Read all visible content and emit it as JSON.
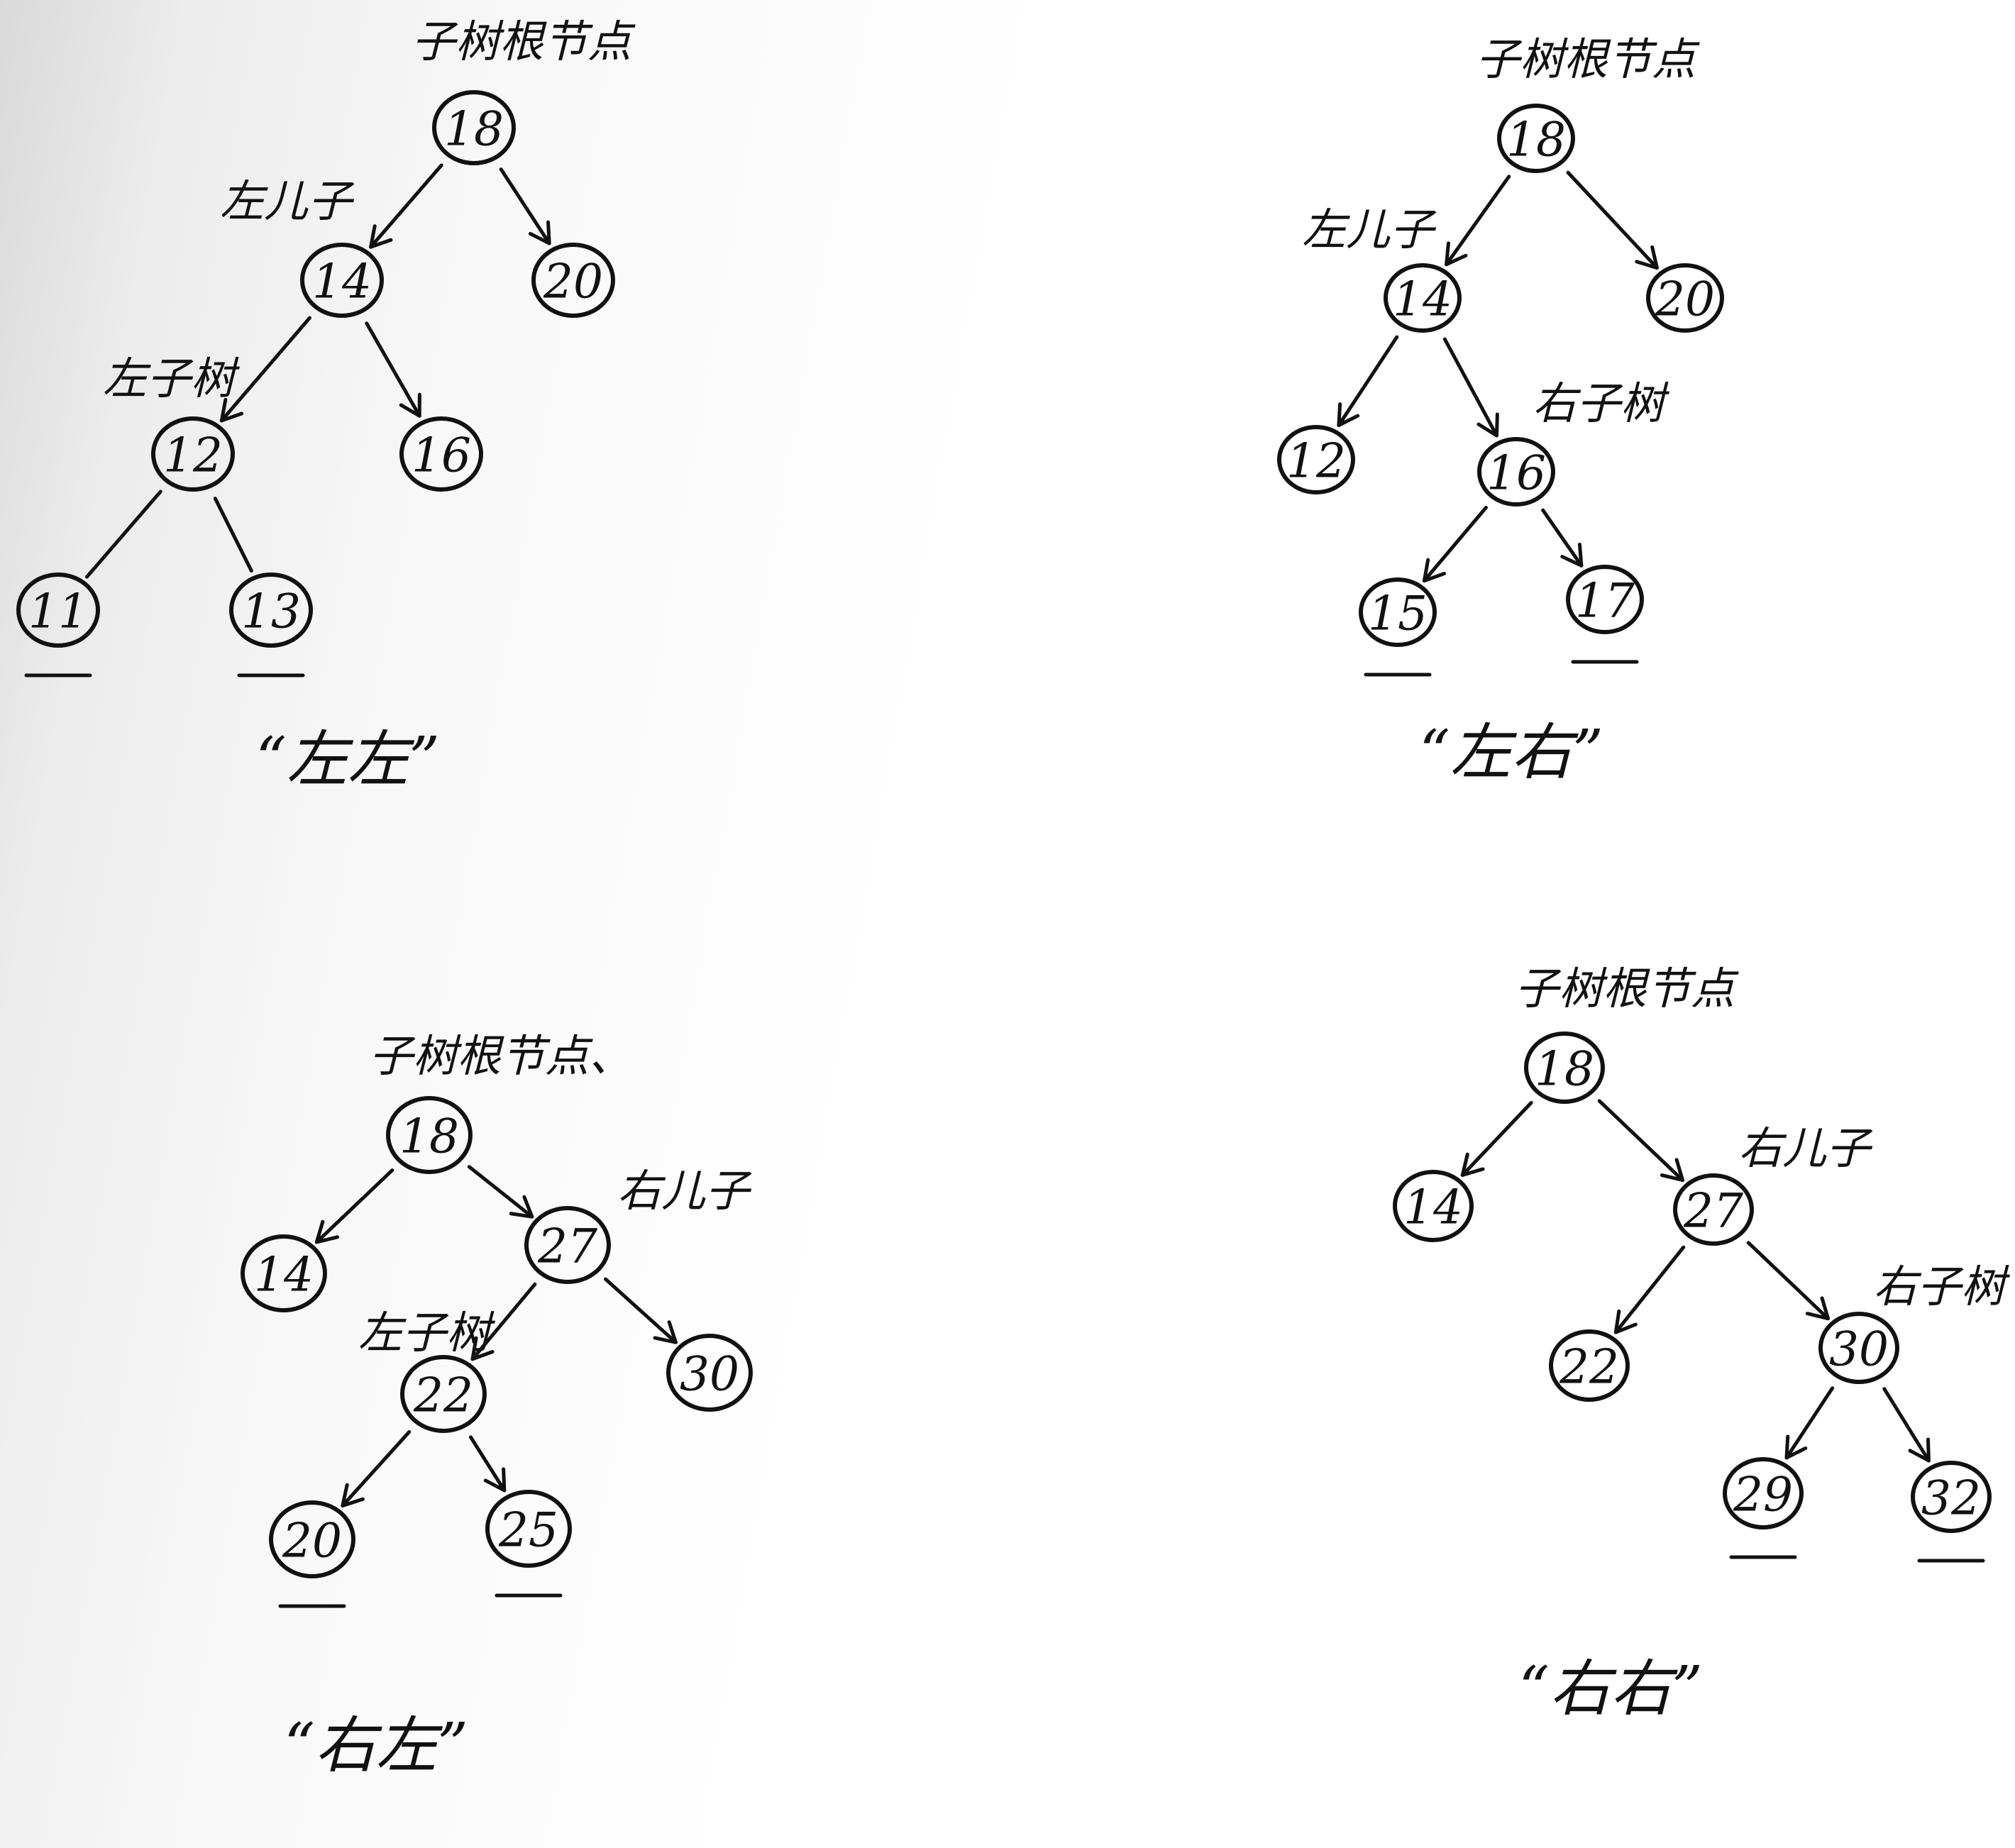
{
  "diagrams": [
    {
      "id": "ll",
      "caption": "“左左”",
      "root_label": "子树根节点",
      "nodes": [
        {
          "id": "n18",
          "value": "18"
        },
        {
          "id": "n14",
          "value": "14"
        },
        {
          "id": "n20",
          "value": "20"
        },
        {
          "id": "n12",
          "value": "12"
        },
        {
          "id": "n16",
          "value": "16"
        },
        {
          "id": "n11",
          "value": "11",
          "underlined": true
        },
        {
          "id": "n13",
          "value": "13",
          "underlined": true
        }
      ],
      "edges": [
        {
          "from": "n18",
          "to": "n14",
          "arrow": true
        },
        {
          "from": "n18",
          "to": "n20",
          "arrow": true
        },
        {
          "from": "n14",
          "to": "n12",
          "arrow": true
        },
        {
          "from": "n14",
          "to": "n16",
          "arrow": true
        },
        {
          "from": "n12",
          "to": "n11",
          "arrow": false
        },
        {
          "from": "n12",
          "to": "n13",
          "arrow": false
        }
      ],
      "annotations": [
        {
          "node": "n14",
          "text": "左儿子"
        },
        {
          "node": "n12",
          "text": "左子树"
        }
      ]
    },
    {
      "id": "lr",
      "caption": "“左右”",
      "root_label": "子树根节点",
      "nodes": [
        {
          "id": "n18",
          "value": "18"
        },
        {
          "id": "n14",
          "value": "14"
        },
        {
          "id": "n20",
          "value": "20"
        },
        {
          "id": "n12",
          "value": "12"
        },
        {
          "id": "n16",
          "value": "16"
        },
        {
          "id": "n15",
          "value": "15",
          "underlined": true
        },
        {
          "id": "n17",
          "value": "17",
          "underlined": true
        }
      ],
      "edges": [
        {
          "from": "n18",
          "to": "n14",
          "arrow": true
        },
        {
          "from": "n18",
          "to": "n20",
          "arrow": true
        },
        {
          "from": "n14",
          "to": "n12",
          "arrow": true
        },
        {
          "from": "n14",
          "to": "n16",
          "arrow": true
        },
        {
          "from": "n16",
          "to": "n15",
          "arrow": true
        },
        {
          "from": "n16",
          "to": "n17",
          "arrow": true
        }
      ],
      "annotations": [
        {
          "node": "n14",
          "text": "左儿子"
        },
        {
          "node": "n16",
          "text": "右子树"
        }
      ]
    },
    {
      "id": "rl",
      "caption": "“右左”",
      "root_label": "子树根节点、",
      "nodes": [
        {
          "id": "n18",
          "value": "18"
        },
        {
          "id": "n14",
          "value": "14"
        },
        {
          "id": "n27",
          "value": "27"
        },
        {
          "id": "n22",
          "value": "22"
        },
        {
          "id": "n30",
          "value": "30"
        },
        {
          "id": "n20",
          "value": "20",
          "underlined": true
        },
        {
          "id": "n25",
          "value": "25",
          "underlined": true
        }
      ],
      "edges": [
        {
          "from": "n18",
          "to": "n14",
          "arrow": true
        },
        {
          "from": "n18",
          "to": "n27",
          "arrow": true
        },
        {
          "from": "n27",
          "to": "n22",
          "arrow": true
        },
        {
          "from": "n27",
          "to": "n30",
          "arrow": true
        },
        {
          "from": "n22",
          "to": "n20",
          "arrow": true
        },
        {
          "from": "n22",
          "to": "n25",
          "arrow": true
        }
      ],
      "annotations": [
        {
          "node": "n27",
          "text": "右儿子"
        },
        {
          "node": "n22",
          "text": "左子树"
        }
      ]
    },
    {
      "id": "rr",
      "caption": "“右右”",
      "root_label": "子树根节点",
      "nodes": [
        {
          "id": "n18",
          "value": "18"
        },
        {
          "id": "n14",
          "value": "14"
        },
        {
          "id": "n27",
          "value": "27"
        },
        {
          "id": "n22",
          "value": "22"
        },
        {
          "id": "n30",
          "value": "30"
        },
        {
          "id": "n29",
          "value": "29",
          "underlined": true
        },
        {
          "id": "n32",
          "value": "32",
          "underlined": true
        }
      ],
      "edges": [
        {
          "from": "n18",
          "to": "n14",
          "arrow": true
        },
        {
          "from": "n18",
          "to": "n27",
          "arrow": true
        },
        {
          "from": "n27",
          "to": "n22",
          "arrow": true
        },
        {
          "from": "n27",
          "to": "n30",
          "arrow": true
        },
        {
          "from": "n30",
          "to": "n29",
          "arrow": true
        },
        {
          "from": "n30",
          "to": "n32",
          "arrow": true
        }
      ],
      "annotations": [
        {
          "node": "n27",
          "text": "右儿子"
        },
        {
          "node": "n30",
          "text": "右子树"
        }
      ]
    }
  ]
}
